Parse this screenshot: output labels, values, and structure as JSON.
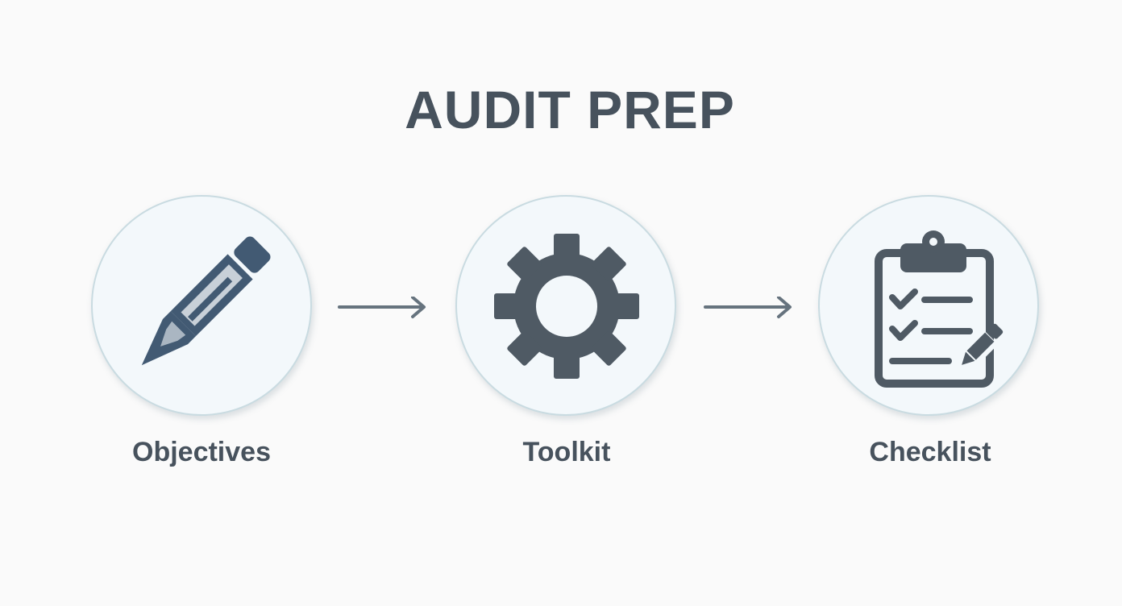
{
  "title": "AUDIT PREP",
  "steps": [
    {
      "label": "Objectives",
      "icon": "pencil-icon"
    },
    {
      "label": "Toolkit",
      "icon": "gear-icon"
    },
    {
      "label": "Checklist",
      "icon": "clipboard-checklist-icon"
    }
  ],
  "colors": {
    "icon": "#4f5a64",
    "pencil": "#425a73",
    "circle_fill": "#f3f8fb",
    "circle_border": "#c9dbe1",
    "arrow": "#66737e",
    "text": "#47525d"
  }
}
